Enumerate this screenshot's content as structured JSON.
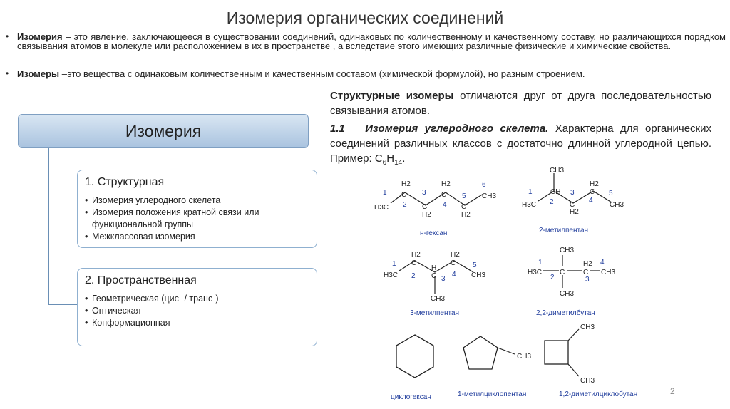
{
  "slide": {
    "title": "Изомерия органических соединений",
    "page_number": "2"
  },
  "bullets": {
    "b1_term": "Изомерия",
    "b1_text": " – это явление, заключающееся в существовании соединений, одинаковых по количественному и качественному составу, но различающихся порядком связывания атомов в молекуле или расположением в их в пространстве , а вследствие этого имеющих различные физические и химические свойства.",
    "b2_term": "Изомеры",
    "b2_text": " –это вещества с одинаковым количественным и качественным составом (химической формулой), но разным строением."
  },
  "tree": {
    "head": "Изомерия",
    "card1": {
      "title": "1. Структурная",
      "items": [
        "Изомерия углеродного скелета",
        "Изомерия положения кратной связи или функциональной группы",
        "Межклассовая изомерия"
      ]
    },
    "card2": {
      "title": "2. Пространственная",
      "items": [
        "Геометрическая (цис- / транс-)",
        "Оптическая",
        "Конформационная"
      ]
    }
  },
  "text": {
    "p1_term": "Структурные изомеры",
    "p1_text": " отличаются друг от друга последовательностью связывания атомов.",
    "p2_num": "1.1",
    "p2_term": "Изомерия углеродного скелета.",
    "p2_text": " Характерна для органических соединений различных классов с достаточно длинной углеродной цепью. Пример: С",
    "p2_sub1": "6",
    "p2_mid": "Н",
    "p2_sub2": "14",
    "p2_end": "."
  },
  "molecules": {
    "hexane": "н-гексан",
    "methylpentane2": "2-метилпентан",
    "methylpentane3": "3-метилпентан",
    "dimethylbutane": "2,2-диметилбутан",
    "cyclohexane": "циклогексан",
    "methylcyclopentane": "1-метилциклопентан",
    "dimethylcyclobutane": "1,2-диметилциклобутан",
    "atoms": {
      "H3C": "H3C",
      "CH3": "CH3",
      "H2": "H2",
      "C": "C",
      "CH": "CH",
      "H": "H"
    },
    "num": [
      "1",
      "2",
      "3",
      "4",
      "5",
      "6"
    ]
  }
}
